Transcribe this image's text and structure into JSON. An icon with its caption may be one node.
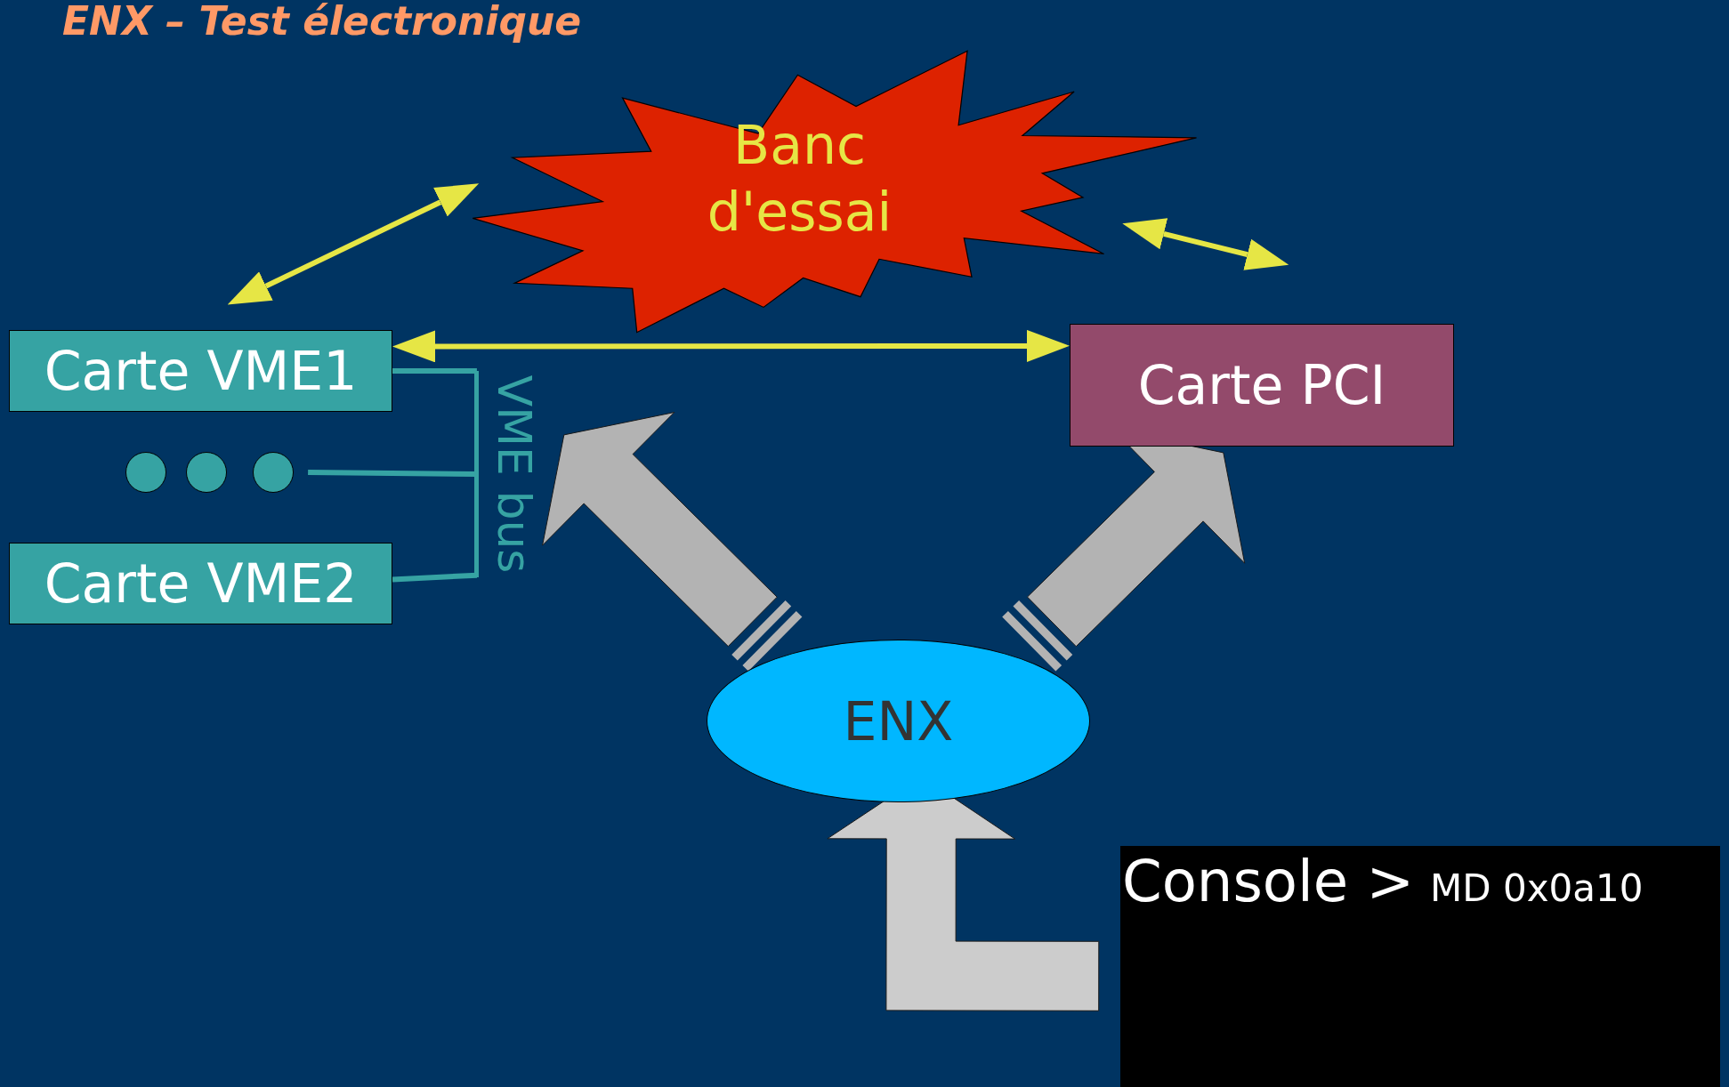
{
  "diagram": {
    "title": "ENX – Test électronique",
    "nodes": [
      {
        "text": [
          "Banc d'essai"
        ]
      },
      {
        "text": [
          "Carte VME1"
        ]
      },
      {
        "text": [],
        "shape": "circle"
      },
      {
        "text": [],
        "shape": "circle"
      },
      {
        "text": [],
        "shape": "circle"
      },
      {
        "text": [
          "Carte VME2"
        ]
      },
      {
        "text": [
          "VME bus"
        ]
      },
      {
        "text": [
          "Carte PCI"
        ]
      },
      {
        "text": [
          "ENX"
        ]
      },
      {
        "text": [
          "Console >",
          "MD 0x0a10"
        ]
      }
    ],
    "edges": [
      {
        "from": 1,
        "to": 0,
        "arrow": "both"
      },
      {
        "from": 0,
        "to": 7,
        "arrow": "both"
      },
      {
        "from": 1,
        "to": 7,
        "arrow": "both"
      },
      {
        "from": 1,
        "to": 6,
        "arrow": "none",
        "color": "#36a3a3"
      },
      {
        "from": 4,
        "to": 6,
        "arrow": "none",
        "color": "#36a3a3"
      },
      {
        "from": 5,
        "to": 6,
        "arrow": "none",
        "color": "#36a3a3"
      },
      {
        "from": 8,
        "to": 6,
        "arrow": "to",
        "style": "thick",
        "color": "#b3b3b3"
      },
      {
        "from": 8,
        "to": 7,
        "arrow": "to",
        "style": "thick",
        "color": "#b3b3b3"
      },
      {
        "from": 9,
        "to": 8,
        "arrow": "to",
        "style": "thick",
        "color": "#cccccc"
      }
    ]
  }
}
